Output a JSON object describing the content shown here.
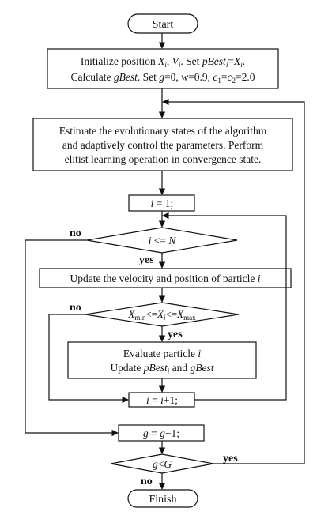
{
  "flowchart": {
    "start": "Start",
    "finish": "Finish",
    "init": {
      "line1": {
        "a": "Initialize position ",
        "x": "X",
        "xsub": "i",
        "comma": ", ",
        "v": "V",
        "vsub": "i",
        "set": ". Set ",
        "pbest": "pBest",
        "psub": "i",
        "eq": "=",
        "x2": "X",
        "x2sub": "i",
        "end": "."
      },
      "line2": {
        "a": "Calculate ",
        "gbest": "gBest",
        "b": ". Set ",
        "g": "g",
        "c": "=0, ",
        "w": "w",
        "d": "=0.9, ",
        "c1": "c",
        "c1sub": "1",
        "e": "=",
        "c2": "c",
        "c2sub": "2",
        "f": "=2.0"
      }
    },
    "estimate": {
      "line1": "Estimate the evolutionary states of the algorithm",
      "line2": "and adaptively control the parameters. Perform",
      "line3": "elitist learning operation in convergence state."
    },
    "init_i": {
      "var": "i",
      "rest": " = 1;"
    },
    "cond_i": {
      "var": "i",
      "op": " <= ",
      "n": "N"
    },
    "update": {
      "text": "Update the velocity and position of particle ",
      "var": "i"
    },
    "cond_x": {
      "x1": "X",
      "x1sub": "min",
      "op1": "<=",
      "x2": "X",
      "x2sub": "i",
      "op2": "<=",
      "x3": "X",
      "x3sub": "max"
    },
    "evaluate": {
      "line1a": "Evaluate particle ",
      "line1var": "i",
      "line2a": "Update ",
      "pbest": "pBest",
      "psub": "i",
      "and": " and ",
      "gbest": "gBest"
    },
    "inc_i": {
      "v1": "i",
      "mid": " = ",
      "v2": "i",
      "end": "+1;"
    },
    "inc_g": {
      "v1": "g",
      "mid": " = ",
      "v2": "g",
      "end": "+1;"
    },
    "cond_g": {
      "g": "g",
      "op": "<",
      "G": "G"
    },
    "labels": {
      "yes": "yes",
      "no": "no"
    }
  }
}
